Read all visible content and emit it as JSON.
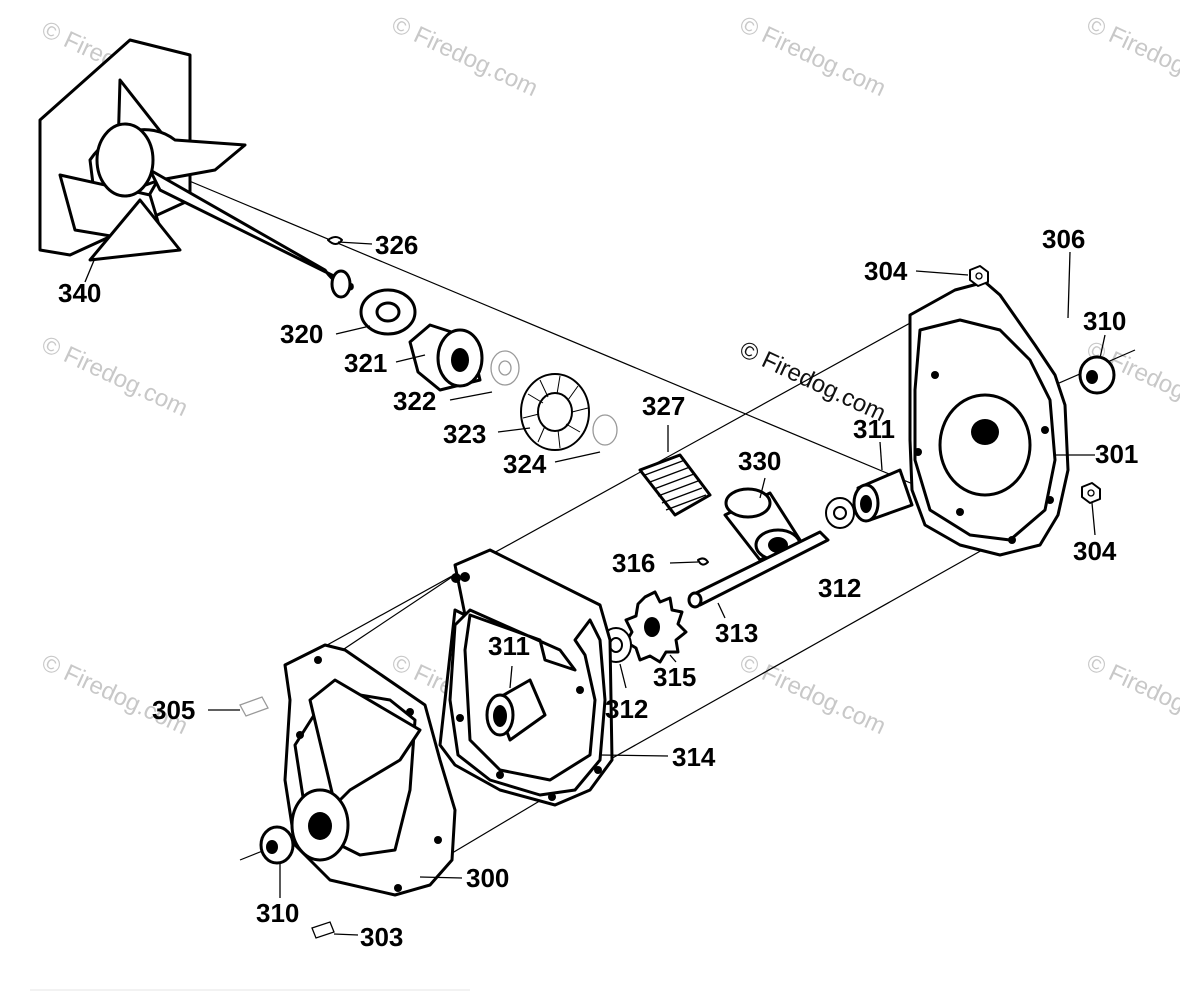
{
  "watermark": "© Firedog.com",
  "callouts": [
    {
      "id": "c340",
      "text": "340"
    },
    {
      "id": "c326",
      "text": "326"
    },
    {
      "id": "c320",
      "text": "320"
    },
    {
      "id": "c321",
      "text": "321"
    },
    {
      "id": "c322",
      "text": "322"
    },
    {
      "id": "c323",
      "text": "323"
    },
    {
      "id": "c324",
      "text": "324"
    },
    {
      "id": "c327",
      "text": "327"
    },
    {
      "id": "c330",
      "text": "330"
    },
    {
      "id": "c311a",
      "text": "311"
    },
    {
      "id": "c306",
      "text": "306"
    },
    {
      "id": "c304a",
      "text": "304"
    },
    {
      "id": "c310a",
      "text": "310"
    },
    {
      "id": "c301",
      "text": "301"
    },
    {
      "id": "c304b",
      "text": "304"
    },
    {
      "id": "c316",
      "text": "316"
    },
    {
      "id": "c312a",
      "text": "312"
    },
    {
      "id": "c313",
      "text": "313"
    },
    {
      "id": "c315",
      "text": "315"
    },
    {
      "id": "c311b",
      "text": "311"
    },
    {
      "id": "c312b",
      "text": "312"
    },
    {
      "id": "c305",
      "text": "305"
    },
    {
      "id": "c314",
      "text": "314"
    },
    {
      "id": "c300",
      "text": "300"
    },
    {
      "id": "c310b",
      "text": "310"
    },
    {
      "id": "c303",
      "text": "303"
    }
  ]
}
